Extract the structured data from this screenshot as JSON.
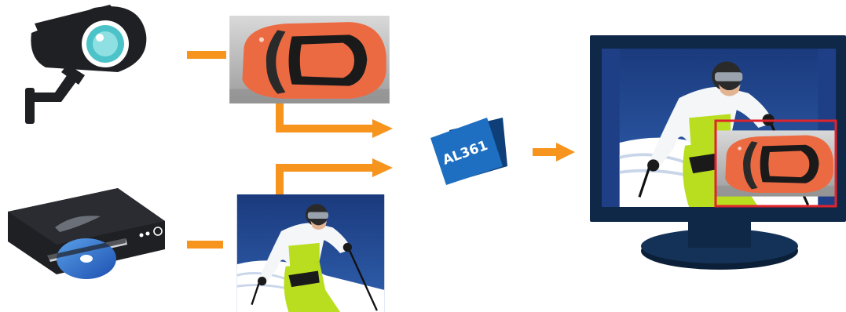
{
  "chip": {
    "label": "AL361"
  },
  "colors": {
    "arrow": "#f7941d",
    "camera_body": "#1f2024",
    "camera_lens": "#4cc3c8",
    "chip": "#1e6fc1",
    "monitor_frame": "#0f2847",
    "screen_sky": "#1e3f86",
    "car": "#ec6a42",
    "pip_border": "#e0242b",
    "jacket_green": "#b9dd1f"
  },
  "sources": [
    {
      "device": "security-camera-icon",
      "feed": "car-top-view"
    },
    {
      "device": "blu-ray-player-icon",
      "feed": "skier"
    }
  ],
  "output": {
    "device": "monitor-icon",
    "main_feed": "skier",
    "pip_feed": "car-top-view"
  }
}
